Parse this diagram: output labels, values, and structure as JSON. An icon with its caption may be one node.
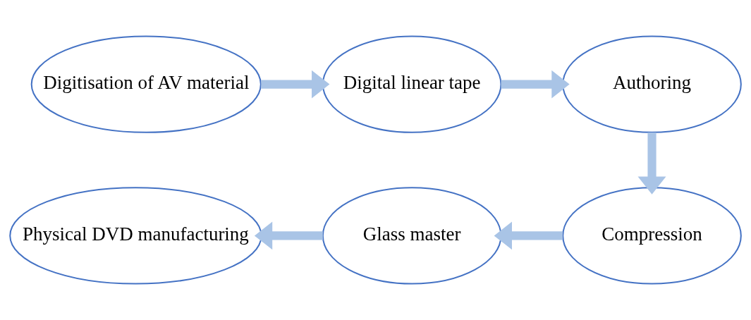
{
  "diagram": {
    "nodes": [
      {
        "text": [
          "Digitisation of AV material"
        ]
      },
      {
        "text": [
          "Digital linear tape"
        ]
      },
      {
        "text": [
          "Authoring"
        ]
      },
      {
        "text": [
          "Compression"
        ]
      },
      {
        "text": [
          "Glass master"
        ]
      },
      {
        "text": [
          "Physical DVD manufacturing"
        ]
      }
    ],
    "edges": [
      {
        "from": 0,
        "to": 1,
        "arrow": "to"
      },
      {
        "from": 1,
        "to": 2,
        "arrow": "to"
      },
      {
        "from": 2,
        "to": 3,
        "arrow": "to"
      },
      {
        "from": 3,
        "to": 4,
        "arrow": "to"
      },
      {
        "from": 4,
        "to": 5,
        "arrow": "to"
      }
    ]
  }
}
